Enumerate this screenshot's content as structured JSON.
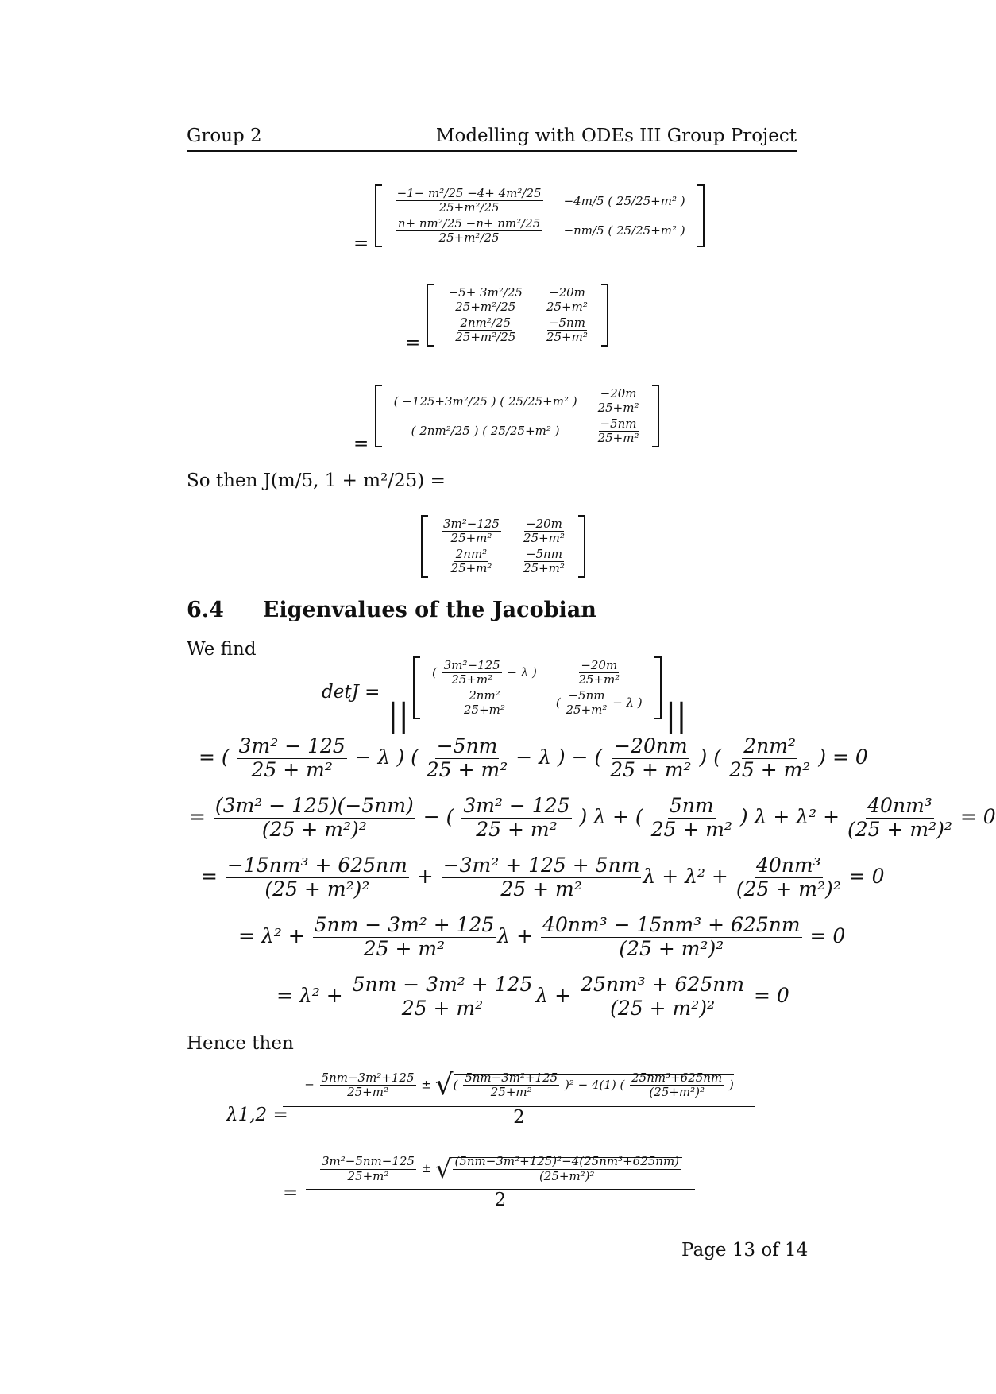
{
  "header": {
    "left": "Group 2",
    "right": "Modelling with ODEs III Group Project"
  },
  "matrices": {
    "m1": {
      "a11_num": "−1− m²/25 −4+ 4m²/25",
      "a11_den": "25+m²/25",
      "a12": "−4m/5 ( 25/25+m² )",
      "a21_num": "n+ nm²/25 −n+ nm²/25",
      "a21_den": "25+m²/25",
      "a22": "−nm/5 ( 25/25+m² )"
    },
    "m2": {
      "a11_num": "−5+ 3m²/25",
      "a11_den": "25+m²/25",
      "a12_num": "−20m",
      "a12_den": "25+m²",
      "a21_num": "2nm²/25",
      "a21_den": "25+m²/25",
      "a22_num": "−5nm",
      "a22_den": "25+m²"
    },
    "m3": {
      "a11": "( −125+3m²/25 ) ( 25/25+m² )",
      "a12_num": "−20m",
      "a12_den": "25+m²",
      "a21": "( 2nm²/25 ) ( 25/25+m² )",
      "a22_num": "−5nm",
      "a22_den": "25+m²"
    }
  },
  "so_then": "So then J(m/5, 1 + m²/25) =",
  "result_matrix": {
    "a11_num": "3m²−125",
    "a11_den": "25+m²",
    "a12_num": "−20m",
    "a12_den": "25+m²",
    "a21_num": "2nm²",
    "a21_den": "25+m²",
    "a22_num": "−5nm",
    "a22_den": "25+m²"
  },
  "section": {
    "number": "6.4",
    "title": "Eigenvalues of the Jacobian"
  },
  "we_find": "We find",
  "det_label": "detJ =",
  "equations": {
    "e1": "= ( 3m² − 125 / 25 + m² − λ ) ( −5nm / 25 + m² − λ ) − ( −20nm / 25 + m² ) ( 2nm² / 25 + m² ) = 0",
    "e2": "= (3m² − 125)(−5nm) / (25 + m²)² − ( 3m² − 125 / 25 + m² ) λ + ( 5nm / 25 + m² ) λ + λ² + 40nm³ / (25 + m²)² = 0",
    "e3": "= −15nm³ + 625nm / (25 + m²)² + −3m² + 125 + 5nm / 25 + m² λ + λ² + 40nm³ / (25 + m²)² = 0",
    "e4": "= λ² + 5nm − 3m² + 125 / 25 + m² λ + 40nm³ − 15nm³ + 625nm / (25 + m²)² = 0",
    "e5": "= λ² + 5nm − 3m² + 125 / 25 + m² λ + 25nm³ + 625nm / (25 + m²)² = 0"
  },
  "hence_then": "Hence then",
  "lambda_label": "λ1,2 =",
  "footer": "Page 13 of 14"
}
